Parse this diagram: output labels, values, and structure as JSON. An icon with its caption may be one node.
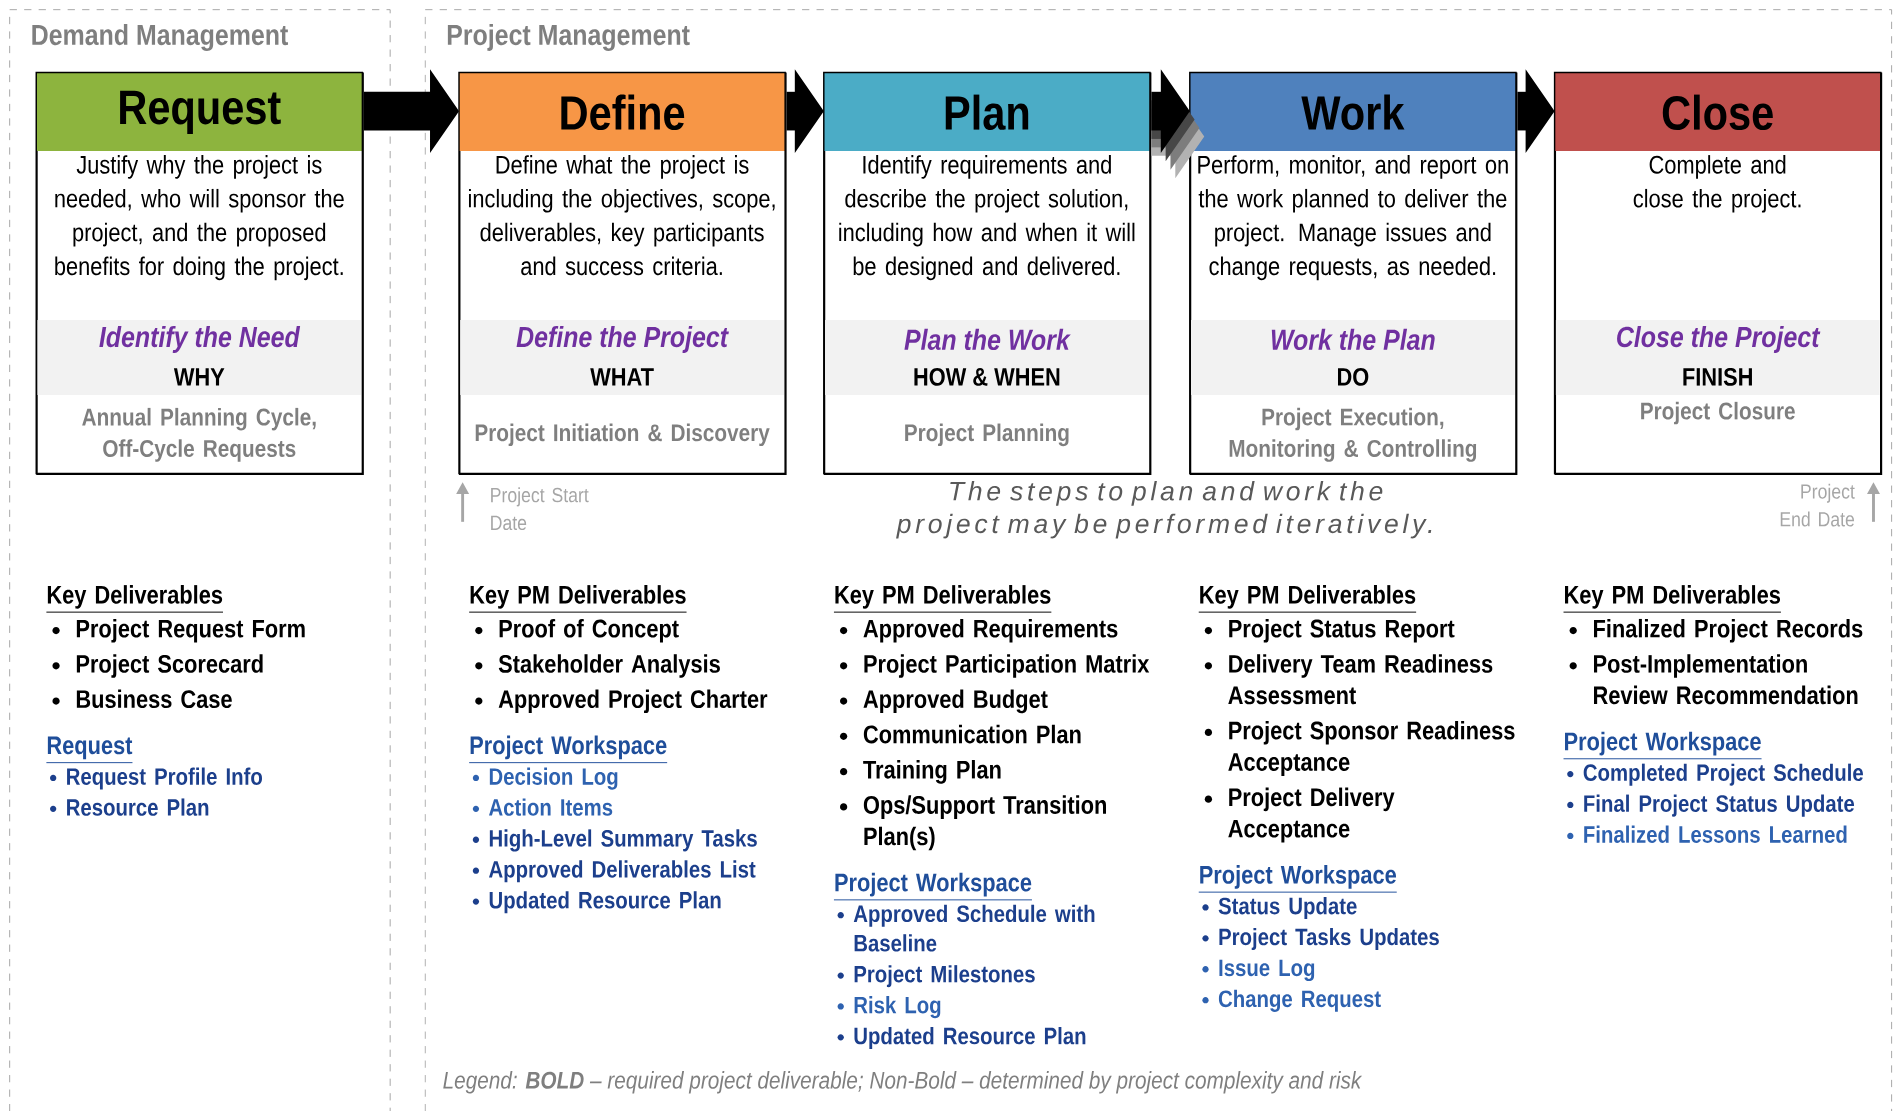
{
  "diagram": {
    "nodes": [
      {
        "text": [
          "Demand Management"
        ]
      },
      {
        "text": [
          "Project Management"
        ]
      },
      {
        "text": [
          "Request",
          "Justify why the project is needed, who will sponsor the project, and the proposed benefits for doing the project.",
          "Identify the Need",
          "WHY",
          "Annual Planning Cycle, Off-Cycle Requests"
        ],
        "in": 0
      },
      {
        "text": [
          "Define",
          "Define what the project is including the objectives, scope, deliverables, key participants and success criteria.",
          "Define the Project",
          "WHAT",
          "Project Initiation & Discovery"
        ],
        "in": 1,
        "beside": [
          "Project Start Date"
        ]
      },
      {
        "text": [
          "Plan",
          "Identify requirements and describe the project solution, including how and when it will be designed and delivered.",
          "Plan the Work",
          "HOW & WHEN",
          "Project Planning"
        ],
        "in": 1
      },
      {
        "text": [
          "Work",
          "Perform, monitor, and report on the work planned to deliver the project. Manage issues and change requests, as needed.",
          "Work the Plan",
          "DO",
          "Project Execution, Monitoring & Controlling"
        ],
        "in": 1
      },
      {
        "text": [
          "Close",
          "Complete and close the project.",
          "Close the Project",
          "FINISH",
          "Project Closure"
        ],
        "in": 1,
        "beside": [
          "Project End Date"
        ]
      }
    ],
    "edges": [
      {
        "from": 2,
        "to": 3,
        "arrow": "to"
      },
      {
        "from": 3,
        "to": 4,
        "arrow": "to"
      },
      {
        "from": 4,
        "to": 5,
        "arrow": "to",
        "color": "#b2b2b2"
      },
      {
        "from": 5,
        "to": 6,
        "arrow": "to"
      }
    ],
    "labels": [
      "The steps to plan and work the project may be performed iteratively.",
      "Key Deliverables",
      "Project Request Form",
      "Project Scorecard",
      "Business Case",
      "Request",
      "Request Profile Info",
      "Resource Plan",
      "Key PM Deliverables",
      "Proof of Concept",
      "Stakeholder Analysis",
      "Approved Project Charter",
      "Project Workspace",
      "Decision Log",
      "Action Items",
      "High-Level Summary Tasks",
      "Approved Deliverables List",
      "Updated Resource Plan",
      "Key PM Deliverables",
      "Approved Requirements",
      "Project Participation Matrix",
      "Approved Budget",
      "Communication Plan",
      "Training Plan",
      "Ops/Support Transition Plan(s)",
      "Project Workspace",
      "Approved Schedule with Baseline",
      "Project Milestones",
      "Risk Log",
      "Updated Resource Plan",
      "Key PM Deliverables",
      "Project Status Report",
      "Delivery Team Readiness Assessment",
      "Project Sponsor Readiness Acceptance",
      "Project Delivery Acceptance",
      "Project Workspace",
      "Status Update",
      "Project Tasks Updates",
      "Issue Log",
      "Change Request",
      "Key PM Deliverables",
      "Finalized Project Records",
      "Post-Implementation Review Recommendation",
      "Project Workspace",
      "Completed Project Schedule",
      "Final Project Status Update",
      "Finalized Lessons Learned",
      "Legend:  **BOLD** – required project deliverable; Non-Bold – determined by project complexity and risk"
    ]
  }
}
